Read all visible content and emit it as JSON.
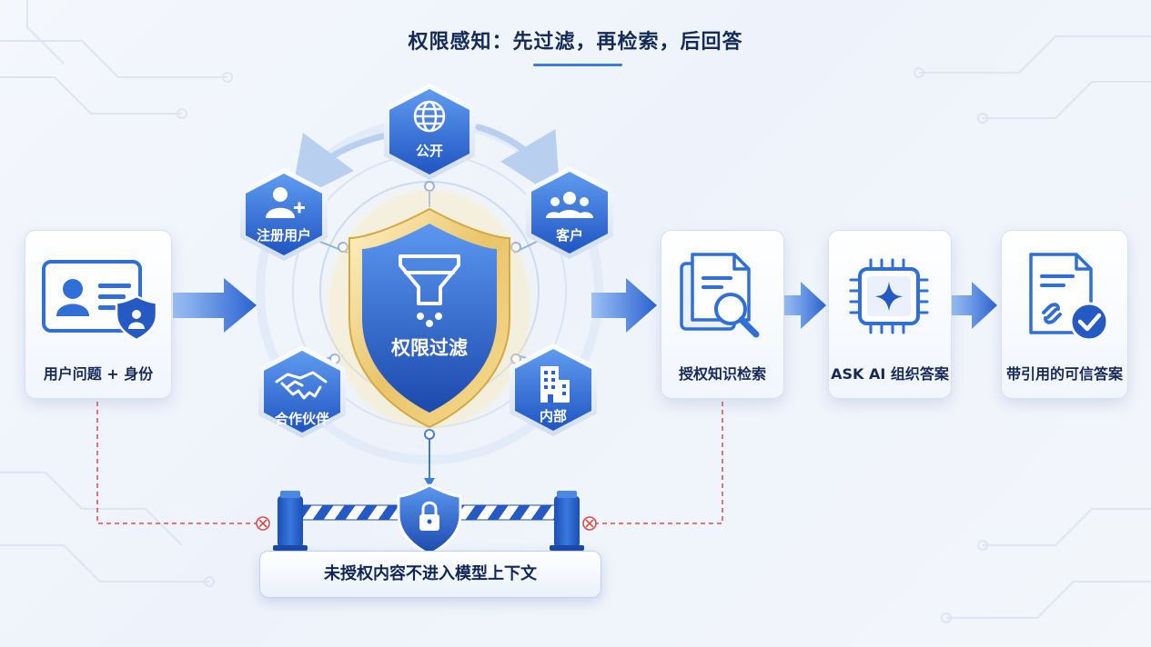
{
  "title": "权限感知：先过滤，再检索，后回答",
  "input_card": {
    "label": "用户问题 + 身份",
    "icon": "id-card-shield-icon"
  },
  "filter": {
    "label": "权限过滤",
    "icon": "funnel-shield-icon"
  },
  "audiences": [
    {
      "label": "公开",
      "icon": "globe-icon"
    },
    {
      "label": "客户",
      "icon": "group-icon"
    },
    {
      "label": "内部",
      "icon": "building-icon"
    },
    {
      "label": "合作伙伴",
      "icon": "handshake-icon"
    },
    {
      "label": "注册用户",
      "icon": "user-add-icon"
    }
  ],
  "steps": [
    {
      "label": "授权知识检索",
      "icon": "document-search-icon"
    },
    {
      "label": "ASK AI 组织答案",
      "icon": "ai-chip-icon"
    },
    {
      "label": "带引用的可信答案",
      "icon": "cited-document-check-icon"
    }
  ],
  "barrier": {
    "label": "未授权内容不进入模型上下文",
    "icon": "lock-shield-icon"
  },
  "colors": {
    "primary_blue": "#2f6fd6",
    "dark_navy": "#142a5c",
    "gold": "#e9c46a",
    "blocked_red": "#e24a4a"
  }
}
